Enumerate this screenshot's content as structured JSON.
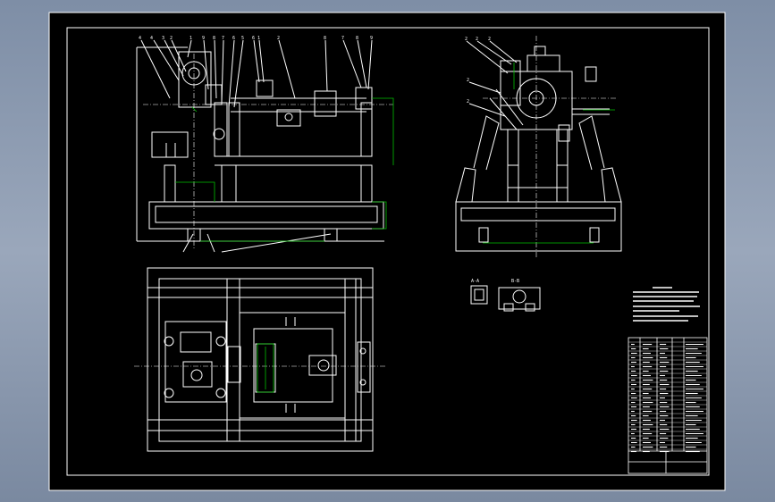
{
  "drawing": {
    "background": "#000000",
    "line_color": "#ffffff",
    "dim_color": "#00c000",
    "views": [
      "front-view",
      "side-view",
      "top-view",
      "detail-view-a",
      "detail-view-b"
    ]
  },
  "labels": {
    "detail_a": "A-A",
    "detail_b": "B-B"
  }
}
